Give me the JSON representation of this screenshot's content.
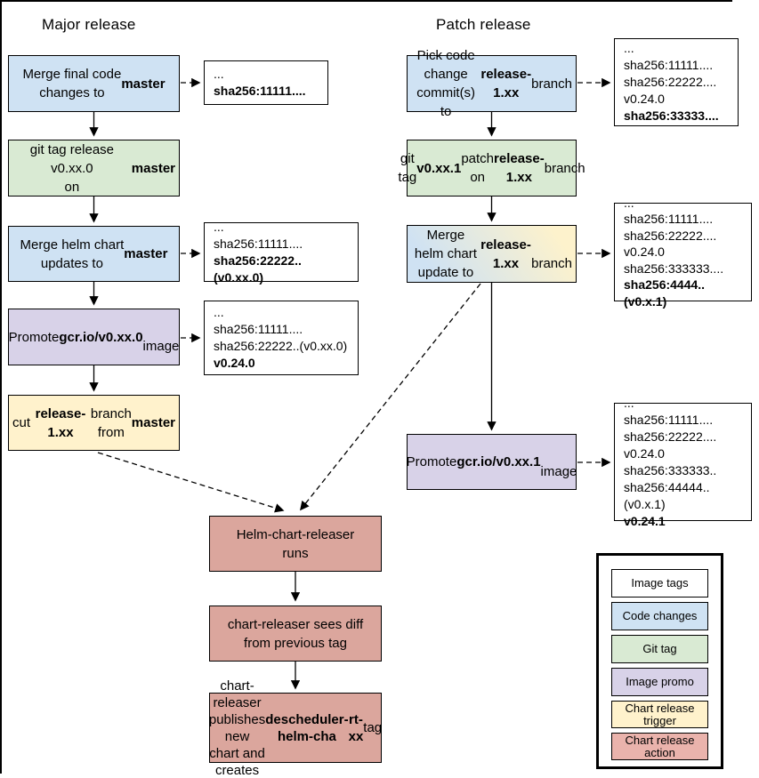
{
  "titles": {
    "major": "Major release",
    "patch": "Patch release"
  },
  "colors": {
    "code_change_blue": "#cfe2f3",
    "git_tag_green": "#d9ead3",
    "image_promo_purple": "#d8d2e8",
    "trigger_yellow": "#fff2cc",
    "action_pink": "#dba69d",
    "legend_action_pink": "#eab3ac",
    "tag_box_white": "#ffffff",
    "border_black": "#000000",
    "merge_patch_gradient": [
      "#cfe2f3",
      "#fdf2cc"
    ]
  },
  "flow": {
    "merge_final": [
      "Merge final code",
      "changes to **master**"
    ],
    "git_tag_major": [
      "git tag release v0.xx.0",
      "on **master**"
    ],
    "merge_helm_major": [
      "Merge helm chart",
      "updates to **master**"
    ],
    "promote_major": [
      "Promote **gcr.io/v0.xx.0**",
      "image"
    ],
    "cut_branch": [
      "cut **release-1.xx** branch",
      "from **master**"
    ],
    "pick_code": [
      "Pick code change",
      "commit(s) to",
      "**release-1.xx** branch"
    ],
    "git_tag_patch": [
      "git tag **v0.xx.1** patch on",
      "**release-1.xx** branch"
    ],
    "merge_helm_patch": [
      "Merge helm chart",
      "update to **release-1.xx**",
      "branch"
    ],
    "promote_patch": [
      "Promote **gcr.io/v0.xx.1**",
      "image"
    ],
    "releaser_runs": [
      "Helm-chart-releaser",
      "runs"
    ],
    "sees_diff": [
      "chart-releaser sees diff",
      "from previous tag"
    ],
    "publishes": [
      "chart-releaser publishes",
      "new chart and creates",
      "**descheduler-helm-cha**",
      "**rt-xx** tag"
    ]
  },
  "tags": {
    "t1": [
      "...",
      "**sha256:11111....**"
    ],
    "t2": [
      "...",
      "sha256:11111....",
      "**sha256:22222..(v0.xx.0)**"
    ],
    "t3": [
      "...",
      "sha256:11111....",
      "sha256:22222..(v0.xx.0)",
      "**v0.24.0**"
    ],
    "t4": [
      "...",
      "sha256:11111....",
      "sha256:22222....",
      "v0.24.0",
      "**sha256:33333....**"
    ],
    "t5": [
      "...",
      "sha256:11111....",
      "sha256:22222....",
      "v0.24.0",
      "sha256:333333....",
      "**sha256:4444..(v0.x.1)**"
    ],
    "t6": [
      "...",
      "sha256:11111....",
      "sha256:22222....",
      "v0.24.0",
      "sha256:333333..",
      "sha256:44444..(v0.x.1)",
      "**v0.24.1**"
    ]
  },
  "legend": {
    "items": [
      {
        "label": "Image tags",
        "color": "#ffffff"
      },
      {
        "label": "Code changes",
        "color": "#cfe2f3"
      },
      {
        "label": "Git tag",
        "color": "#d9ead3"
      },
      {
        "label": "Image promo",
        "color": "#d8d2e8"
      },
      {
        "label": "Chart release\ntrigger",
        "color": "#fff2cc"
      },
      {
        "label": "Chart release\naction",
        "color": "#eab3ac"
      }
    ]
  }
}
